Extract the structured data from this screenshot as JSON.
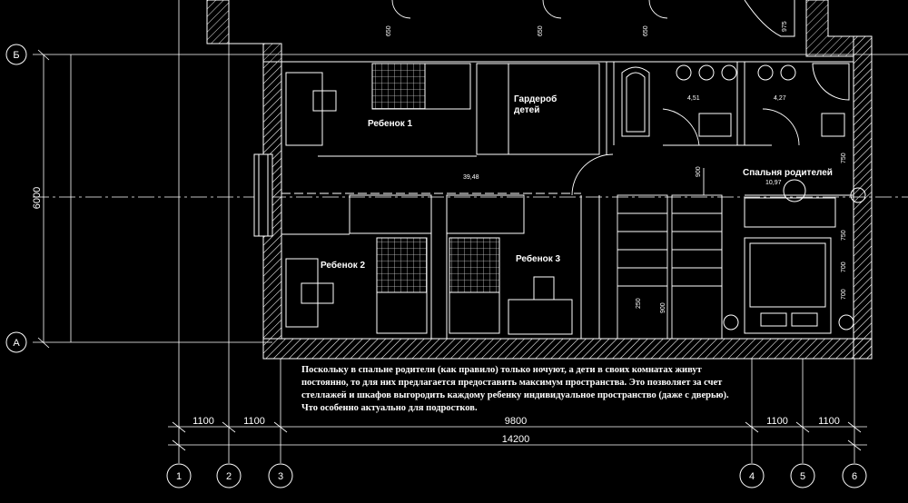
{
  "axes": {
    "rows": [
      "Б",
      "А"
    ],
    "cols": [
      "1",
      "2",
      "3",
      "4",
      "5",
      "6"
    ]
  },
  "rooms": [
    {
      "name": "Ребенок 1"
    },
    {
      "name": "Гардероб детей",
      "line1": "Гардероб",
      "line2": "детей"
    },
    {
      "name": "Ребенок 2"
    },
    {
      "name": "Ребенок 3"
    },
    {
      "name": "Спальня родителей"
    }
  ],
  "areas": [
    "39,48",
    "4,51",
    "4,27",
    "10,97"
  ],
  "dimensions": {
    "vertical_total": "6000",
    "bottom_row1": [
      "1100",
      "1100",
      "9800",
      "1100",
      "1100"
    ],
    "bottom_total": "14200",
    "top_doors": [
      "650",
      "650",
      "650",
      "975"
    ],
    "stair": [
      "900",
      "900",
      "250"
    ],
    "right_side": [
      "750",
      "750",
      "700",
      "700"
    ]
  },
  "note": "Поскольку в спальне родители (как правило) только ночуют, а дети в своих комнатах живут постоянно, то для них предлагается предоставить максимум пространства. Это позволяет за счет стеллажей и шкафов выгородить каждому ребенку индивидуальное пространство (даже с дверью). Что особенно актуально для подростков."
}
